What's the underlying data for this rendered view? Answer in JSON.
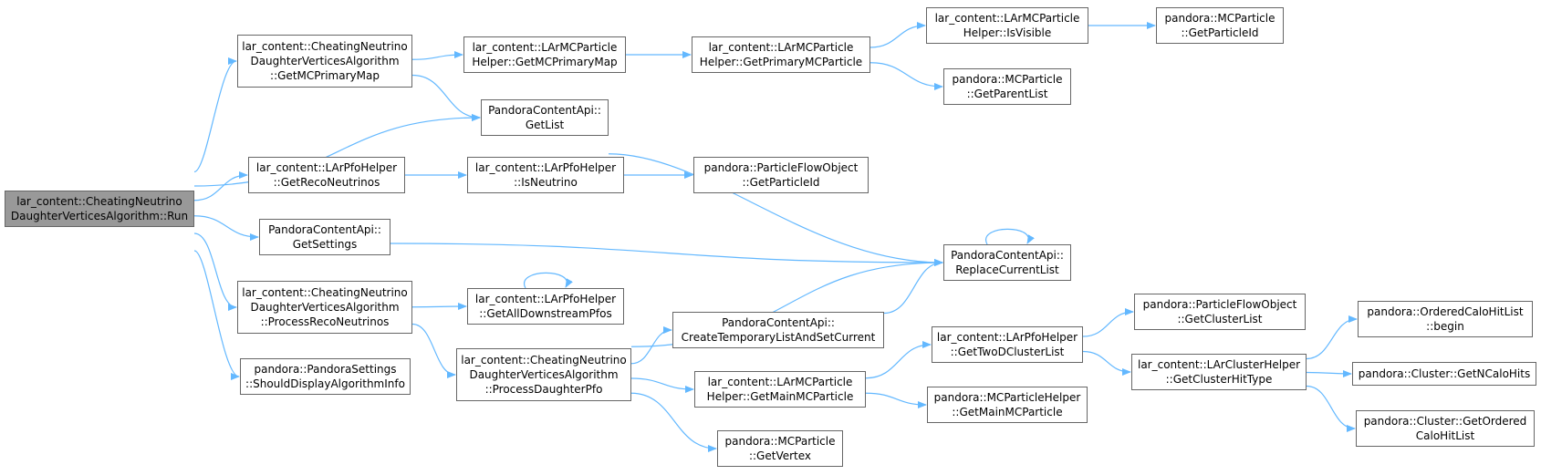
{
  "theme": {
    "edge_color": "#63b8ff",
    "root_fill": "#999999",
    "node_border": "#666666"
  },
  "nodes": [
    {
      "id": "run",
      "lines": [
        "lar_content::CheatingNeutrino",
        "DaughterVerticesAlgorithm::Run"
      ],
      "root": true
    },
    {
      "id": "getmcprimarymap",
      "lines": [
        "lar_content::CheatingNeutrino",
        "DaughterVerticesAlgorithm",
        "::GetMCPrimaryMap"
      ]
    },
    {
      "id": "getrecoNeutrinos",
      "lines": [
        "lar_content::LArPfoHelper",
        "::GetRecoNeutrinos"
      ]
    },
    {
      "id": "getsettings",
      "lines": [
        "PandoraContentApi::",
        "GetSettings"
      ]
    },
    {
      "id": "processreconeutrinos",
      "lines": [
        "lar_content::CheatingNeutrino",
        "DaughterVerticesAlgorithm",
        "::ProcessRecoNeutrinos"
      ]
    },
    {
      "id": "shoulddisplay",
      "lines": [
        "pandora::PandoraSettings",
        "::ShouldDisplayAlgorithmInfo"
      ]
    },
    {
      "id": "helpergetmcprimarymap",
      "lines": [
        "lar_content::LArMCParticle",
        "Helper::GetMCPrimaryMap"
      ]
    },
    {
      "id": "getlist",
      "lines": [
        "PandoraContentApi::",
        "GetList"
      ]
    },
    {
      "id": "isneutrino",
      "lines": [
        "lar_content::LArPfoHelper",
        "::IsNeutrino"
      ]
    },
    {
      "id": "getalldownstreampfos",
      "lines": [
        "lar_content::LArPfoHelper",
        "::GetAllDownstreamPfos"
      ]
    },
    {
      "id": "processdaughterpfo",
      "lines": [
        "lar_content::CheatingNeutrino",
        "DaughterVerticesAlgorithm",
        "::ProcessDaughterPfo"
      ]
    },
    {
      "id": "getprimarymcparticle",
      "lines": [
        "lar_content::LArMCParticle",
        "Helper::GetPrimaryMCParticle"
      ]
    },
    {
      "id": "pfogetparticleid",
      "lines": [
        "pandora::ParticleFlowObject",
        "::GetParticleId"
      ]
    },
    {
      "id": "createtemporary",
      "lines": [
        "PandoraContentApi::",
        "CreateTemporaryListAndSetCurrent"
      ]
    },
    {
      "id": "getmainmcparticle",
      "lines": [
        "lar_content::LArMCParticle",
        "Helper::GetMainMCParticle"
      ]
    },
    {
      "id": "getvertex",
      "lines": [
        "pandora::MCParticle",
        "::GetVertex"
      ]
    },
    {
      "id": "isvisible",
      "lines": [
        "lar_content::LArMCParticle",
        "Helper::IsVisible"
      ]
    },
    {
      "id": "getparentlist",
      "lines": [
        "pandora::MCParticle",
        "::GetParentList"
      ]
    },
    {
      "id": "replacecurrentlist",
      "lines": [
        "PandoraContentApi::",
        "ReplaceCurrentList"
      ]
    },
    {
      "id": "gettwodclusterlist",
      "lines": [
        "lar_content::LArPfoHelper",
        "::GetTwoDClusterList"
      ]
    },
    {
      "id": "mchelpergetmain",
      "lines": [
        "pandora::MCParticleHelper",
        "::GetMainMCParticle"
      ]
    },
    {
      "id": "mcgetparticleid",
      "lines": [
        "pandora::MCParticle",
        "::GetParticleId"
      ]
    },
    {
      "id": "getclusterlist",
      "lines": [
        "pandora::ParticleFlowObject",
        "::GetClusterList"
      ]
    },
    {
      "id": "getclusterhittype",
      "lines": [
        "lar_content::LArClusterHelper",
        "::GetClusterHitType"
      ]
    },
    {
      "id": "begin",
      "lines": [
        "pandora::OrderedCaloHitList",
        "::begin"
      ]
    },
    {
      "id": "getncalohits",
      "lines": [
        "pandora::Cluster::GetNCaloHits"
      ]
    },
    {
      "id": "getorderedcalohitlist",
      "lines": [
        "pandora::Cluster::GetOrdered",
        "CaloHitList"
      ]
    }
  ],
  "edges": [
    [
      "run",
      "getmcprimarymap"
    ],
    [
      "run",
      "getlist"
    ],
    [
      "run",
      "getrecoNeutrinos"
    ],
    [
      "run",
      "getsettings"
    ],
    [
      "run",
      "processreconeutrinos"
    ],
    [
      "run",
      "shoulddisplay"
    ],
    [
      "getmcprimarymap",
      "helpergetmcprimarymap"
    ],
    [
      "getmcprimarymap",
      "getlist"
    ],
    [
      "helpergetmcprimarymap",
      "getprimarymcparticle"
    ],
    [
      "getprimarymcparticle",
      "isvisible"
    ],
    [
      "getprimarymcparticle",
      "getparentlist"
    ],
    [
      "isvisible",
      "mcgetparticleid"
    ],
    [
      "getlist",
      "replacecurrentlist"
    ],
    [
      "getrecoNeutrinos",
      "isneutrino"
    ],
    [
      "isneutrino",
      "pfogetparticleid"
    ],
    [
      "getsettings",
      "replacecurrentlist"
    ],
    [
      "replacecurrentlist",
      "replacecurrentlist"
    ],
    [
      "processreconeutrinos",
      "getalldownstreampfos"
    ],
    [
      "processreconeutrinos",
      "processdaughterpfo"
    ],
    [
      "getalldownstreampfos",
      "getalldownstreampfos"
    ],
    [
      "processdaughterpfo",
      "replacecurrentlist"
    ],
    [
      "processdaughterpfo",
      "createtemporary"
    ],
    [
      "processdaughterpfo",
      "getmainmcparticle"
    ],
    [
      "processdaughterpfo",
      "getvertex"
    ],
    [
      "createtemporary",
      "replacecurrentlist"
    ],
    [
      "getmainmcparticle",
      "gettwodclusterlist"
    ],
    [
      "getmainmcparticle",
      "mchelpergetmain"
    ],
    [
      "gettwodclusterlist",
      "getclusterlist"
    ],
    [
      "gettwodclusterlist",
      "getclusterhittype"
    ],
    [
      "getclusterhittype",
      "begin"
    ],
    [
      "getclusterhittype",
      "getncalohits"
    ],
    [
      "getclusterhittype",
      "getorderedcalohitlist"
    ]
  ]
}
